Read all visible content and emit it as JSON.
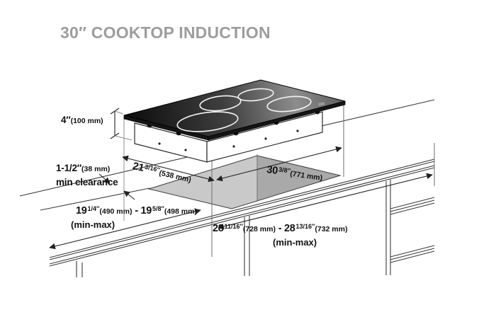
{
  "title": "30″ COOKTOP INDUCTION",
  "diagram": {
    "kind": "isometric installation drawing",
    "product": "induction cooktop",
    "burner_count": 4
  },
  "colors": {
    "title_gray": "#9d9d9d",
    "line": "#3a3a3a",
    "extension_gray": "#8f8f8f",
    "cutout_light": "#c9c9c9",
    "cutout_dark": "#a9a9a9",
    "glass_dark": "#101010"
  },
  "labels": {
    "height": {
      "value": "4″",
      "metric": "(100 mm)"
    },
    "clearance": {
      "value": "1-1/2″",
      "metric": "(38 mm)",
      "caption": "min clearance"
    },
    "cooktop_depth": {
      "whole": "21",
      "fraction": "3/16″",
      "metric": "(538 mm)"
    },
    "cooktop_width": {
      "whole": "30",
      "fraction": "3/8″",
      "metric": "(771 mm)"
    },
    "cutout_depth": {
      "min_whole": "19",
      "min_fraction": "1/4″",
      "min_metric": "(490 mm)",
      "separator": " - ",
      "max_whole": "19",
      "max_fraction": "5/8″",
      "max_metric": "(498 mm)",
      "caption": "(min-max)"
    },
    "cutout_width": {
      "min_whole": "28",
      "min_fraction": "11/16″",
      "min_metric": "(728 mm)",
      "separator": " - ",
      "max_whole": "28",
      "max_fraction": "13/16″",
      "max_metric": "(732 mm)",
      "caption": "(min-max)"
    }
  }
}
